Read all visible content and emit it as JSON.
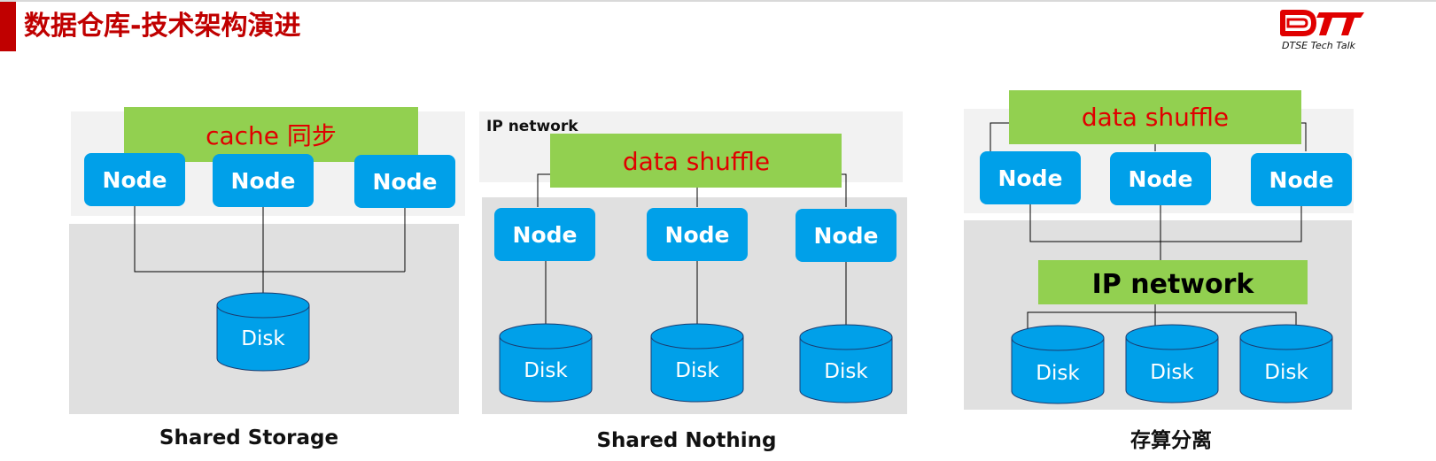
{
  "slide": {
    "title": "数据仓库-技术架构演进"
  },
  "logo": {
    "mark": "DTT",
    "caption": "DTSE  Tech Talk"
  },
  "colors": {
    "title_red": "#c00000",
    "node_blue": "#00a0e9",
    "green_band": "#92d050",
    "annotation_red": "#e00000",
    "panel_light": "#f2f2f2",
    "panel_dark": "#e0e0e0"
  },
  "diagram_1": {
    "title": "Shared Storage",
    "overlay": "cache 同步",
    "nodes": [
      "Node",
      "Node",
      "Node"
    ],
    "disks": [
      "Disk"
    ]
  },
  "diagram_2": {
    "title": "Shared Nothing",
    "network_label": "IP network",
    "overlay": "data shuffle",
    "nodes": [
      "Node",
      "Node",
      "Node"
    ],
    "disks": [
      "Disk",
      "Disk",
      "Disk"
    ]
  },
  "diagram_3": {
    "title": "存算分离",
    "overlay": "data shuffle",
    "network_label": "IP network",
    "nodes": [
      "Node",
      "Node",
      "Node"
    ],
    "disks": [
      "Disk",
      "Disk",
      "Disk"
    ]
  }
}
